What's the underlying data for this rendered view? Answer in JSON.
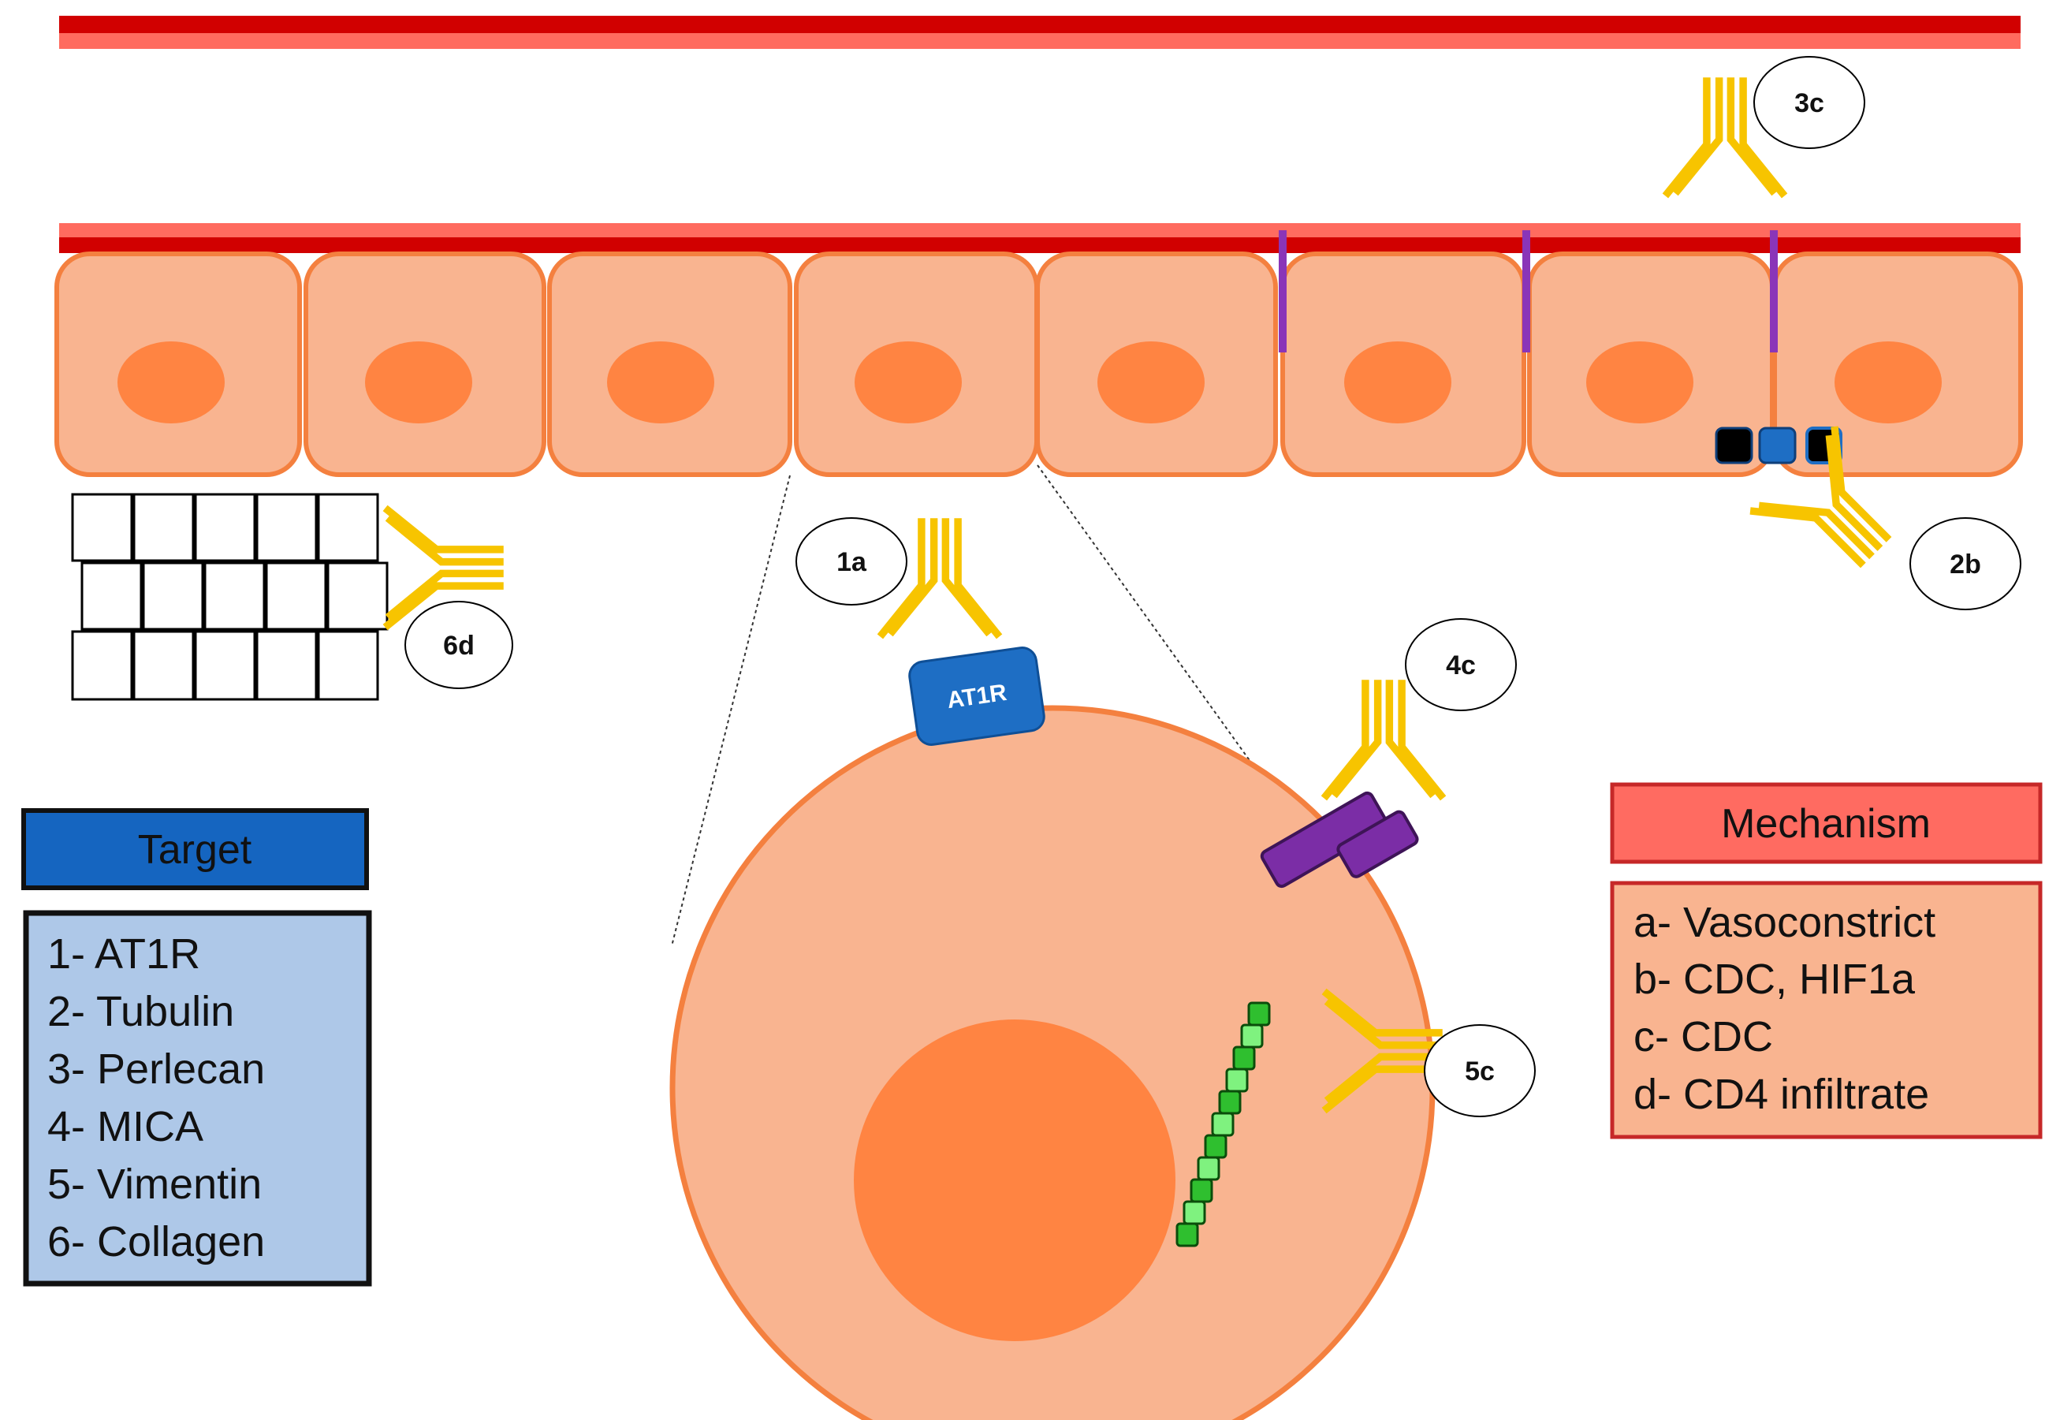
{
  "callouts": [
    "1a",
    "2b",
    "3c",
    "4c",
    "5c",
    "6d"
  ],
  "receptor_label": "AT1R",
  "target_legend": {
    "title": "Target",
    "items": [
      "1- AT1R",
      "2- Tubulin",
      "3- Perlecan",
      "4- MICA",
      "5- Vimentin",
      "6- Collagen"
    ]
  },
  "mechanism_legend": {
    "title": "Mechanism",
    "items": [
      "a- Vasoconstrict",
      "b- CDC, HIF1a",
      "c- CDC",
      "d- CD4 infiltrate"
    ]
  },
  "colors": {
    "vessel_red": "#d10000",
    "vessel_pink": "#ff6b5f",
    "cell_fill": "#f9b490",
    "cell_border": "#f4803f",
    "nucleus": "#ff8442",
    "antibody": "#f7c400",
    "at1r": "#1e6ec4",
    "mica": "#7b2da6",
    "vimentin": "#2fbf2f",
    "target_title_bg": "#1565c0",
    "target_bg": "#aec8e8",
    "mechanism_title_bg": "#ff6b61",
    "mechanism_bg": "#f9b490",
    "mechanism_border": "#c62828"
  }
}
